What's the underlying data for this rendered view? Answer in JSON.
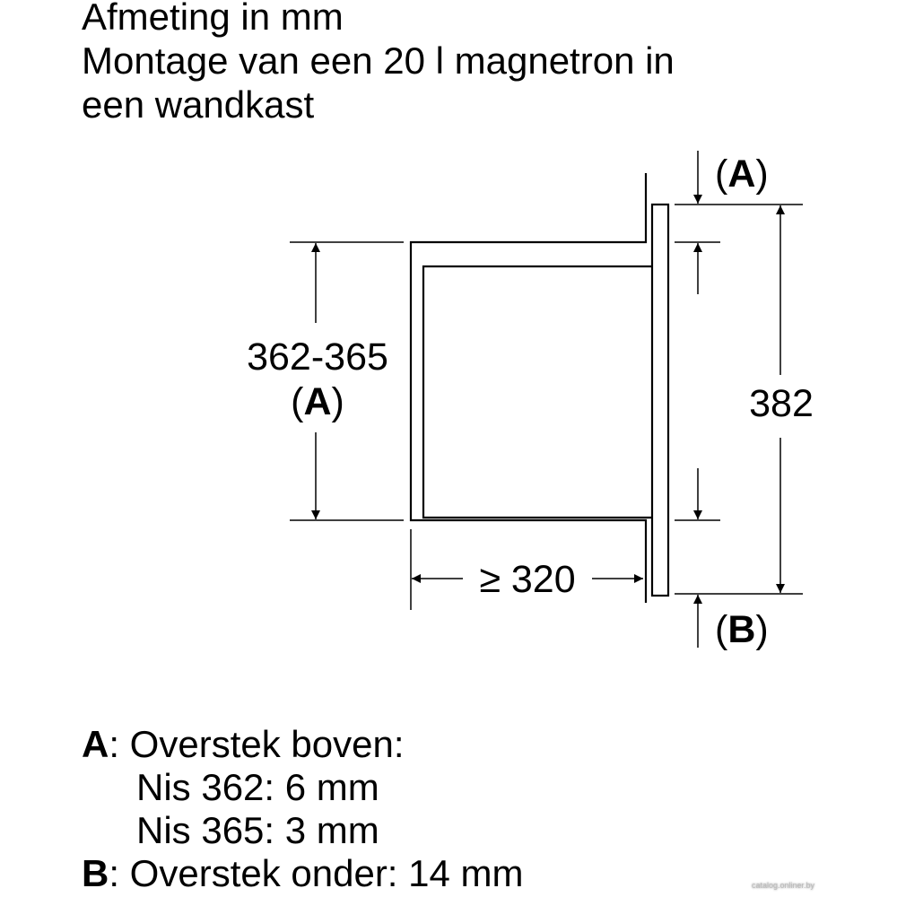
{
  "title": {
    "lines": [
      "Afmeting in mm",
      "Montage van een 20 l magnetron in",
      "een wandkast"
    ]
  },
  "diagram": {
    "height_range": "362-365",
    "height_range_ref_open": "(",
    "height_range_ref": "A",
    "height_range_ref_close": ")",
    "depth_label": "≥ 320",
    "total_height": "382",
    "top_ref_open": "(",
    "top_ref": "A",
    "top_ref_close": ")",
    "bottom_ref_open": "(",
    "bottom_ref": "B",
    "bottom_ref_close": ")"
  },
  "legend": {
    "a_key": "A",
    "a_label": ": Overstek boven:",
    "a_line1": "Nis 362: 6 mm",
    "a_line2": "Nis 365: 3 mm",
    "b_key": "B",
    "b_label": ": Overstek onder: 14 mm"
  },
  "watermark": "catalog.onliner.by"
}
